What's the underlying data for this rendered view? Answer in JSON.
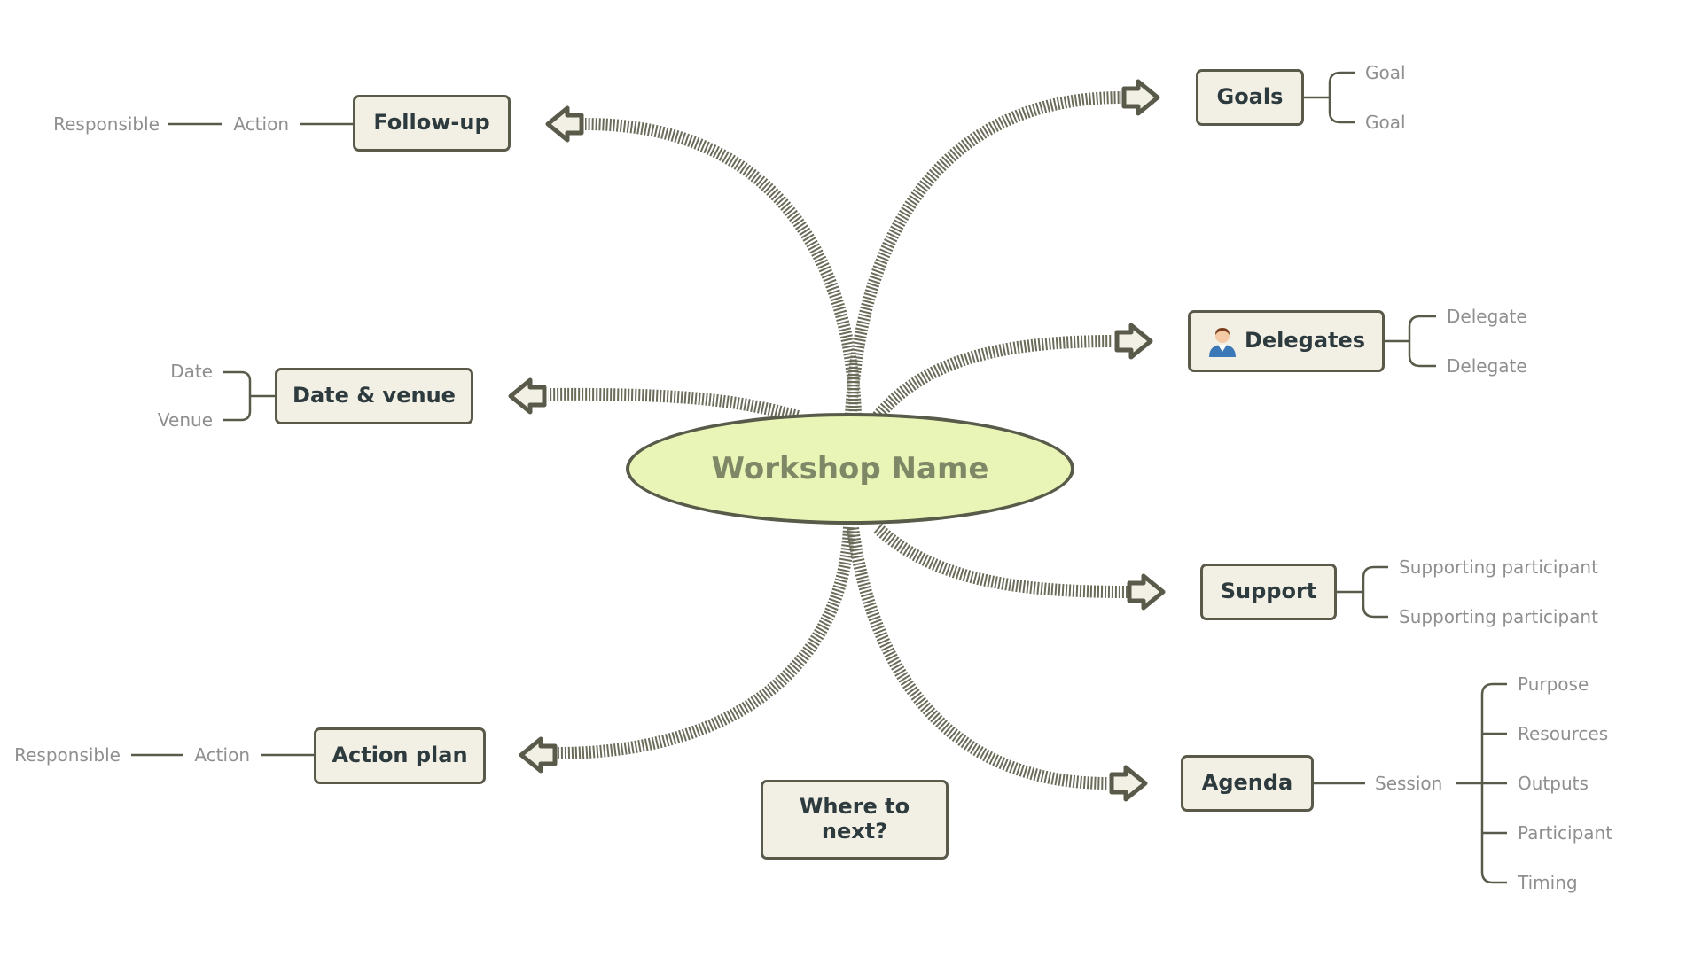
{
  "center": {
    "title": "Workshop Name"
  },
  "branches": {
    "follow_up": {
      "label": "Follow-up",
      "children": [
        "Action",
        "Responsible"
      ]
    },
    "date_venue": {
      "label": "Date & venue",
      "children": [
        "Date",
        "Venue"
      ]
    },
    "action_plan": {
      "label": "Action plan",
      "children": [
        "Action",
        "Responsible"
      ]
    },
    "goals": {
      "label": "Goals",
      "children": [
        "Goal",
        "Goal"
      ]
    },
    "delegates": {
      "label": "Delegates",
      "icon": "person-icon",
      "children": [
        "Delegate",
        "Delegate"
      ]
    },
    "support": {
      "label": "Support",
      "children": [
        "Supporting participant",
        "Supporting participant"
      ]
    },
    "agenda": {
      "label": "Agenda",
      "session": {
        "label": "Session",
        "children": [
          "Purpose",
          "Resources",
          "Outputs",
          "Participant",
          "Timing"
        ]
      }
    }
  },
  "floating": {
    "label": "Where to next?"
  },
  "colors": {
    "node_fill": "#f2f0e4",
    "node_border": "#5a5a4a",
    "center_fill": "#e9f5b6",
    "center_text": "#7e8766",
    "leaf_text": "#8f8f8f",
    "connector": "#6b6b5a"
  }
}
